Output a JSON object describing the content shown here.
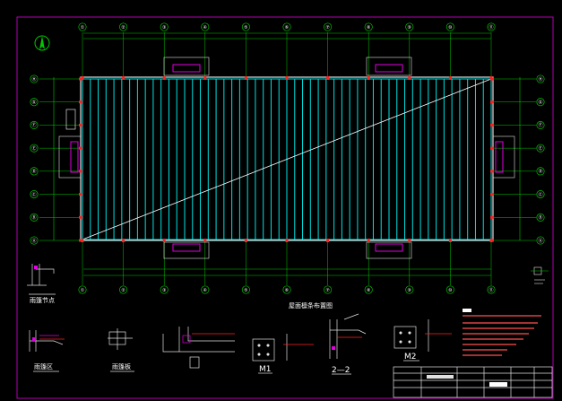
{
  "colors": {
    "background": "#000000",
    "frame": "#b000b0",
    "grid": "#00c800",
    "purlin": "#00e0e0",
    "steel": "#e0e0e0",
    "opening": "#e000e0",
    "callout": "#ff2020",
    "notes": "#ff5050"
  },
  "icons": {
    "north": "north-arrow-icon"
  },
  "plan": {
    "top_axes": [
      "①",
      "②",
      "③",
      "④",
      "⑤",
      "⑥",
      "⑦",
      "⑧",
      "⑨",
      "⑩",
      "⑪"
    ],
    "bottom_axes": [
      "①",
      "②",
      "③",
      "④",
      "⑤",
      "⑥",
      "⑦",
      "⑧",
      "⑨",
      "⑩",
      "⑪"
    ],
    "side_axes": [
      "Ⓐ",
      "Ⓑ",
      "Ⓒ",
      "Ⓓ",
      "Ⓔ",
      "Ⓕ",
      "Ⓖ",
      "Ⓗ"
    ]
  },
  "details": {
    "detail_a_title": "雨篷节点",
    "detail_b_title": "雨篷区",
    "detail_c_title": "雨篷板",
    "plan_label": "屋面檩条布置图",
    "m1_title": "M1",
    "section_title": "2—2",
    "m2_title": "M2"
  }
}
